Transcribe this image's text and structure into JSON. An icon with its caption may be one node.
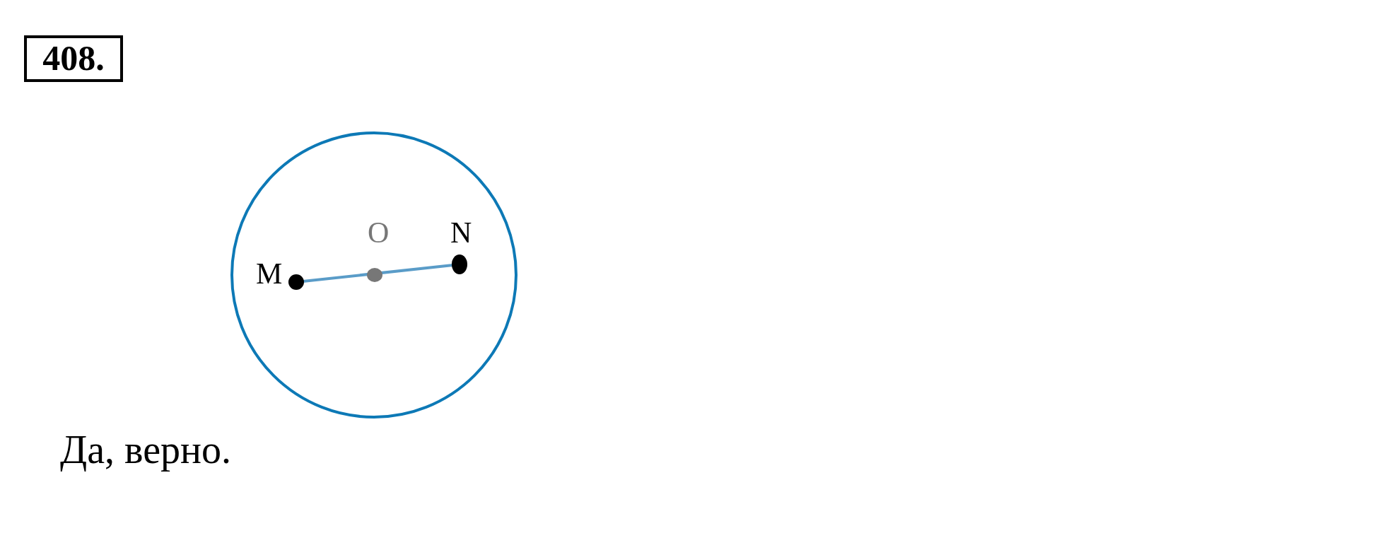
{
  "diagram": {
    "nodes": [
      {
        "text": [
          "408."
        ]
      }
    ],
    "labels": [
      "M",
      "O",
      "N",
      "Да, верно."
    ]
  }
}
